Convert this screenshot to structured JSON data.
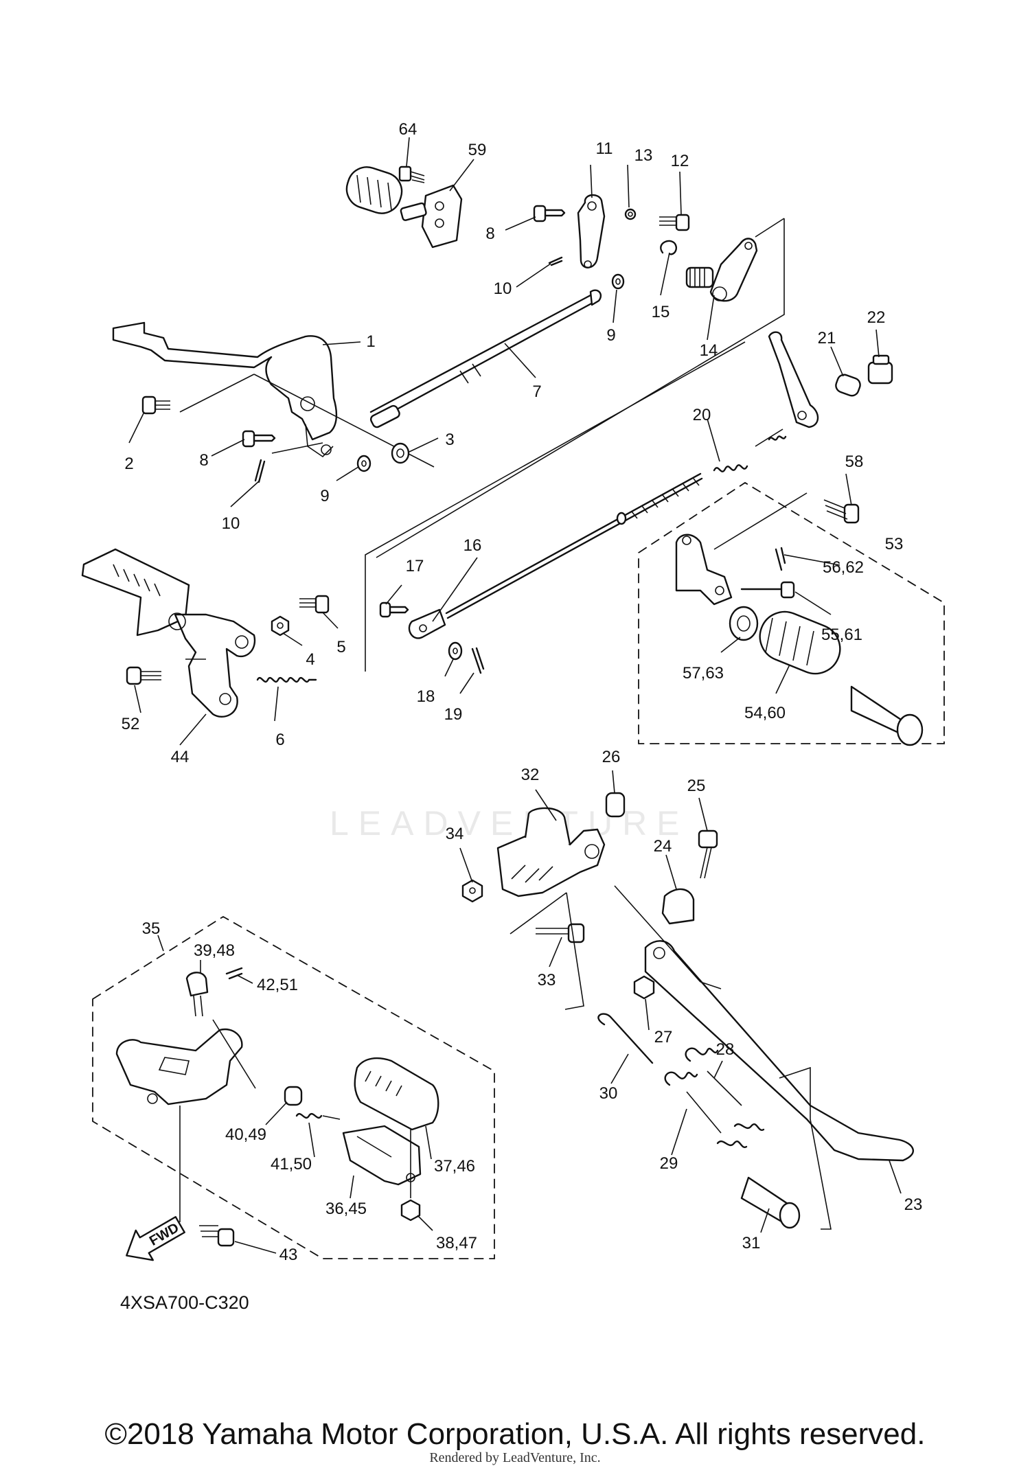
{
  "diagram_code": "4XSA700-C320",
  "copyright": "©2018 Yamaha Motor Corporation, U.S.A. All rights reserved.",
  "rendered_by": "Rendered by LeadVenture, Inc.",
  "watermark": "LEADVENTURE",
  "fwd_label": "FWD",
  "callouts": [
    "64",
    "59",
    "11",
    "13",
    "12",
    "8",
    "10",
    "15",
    "9",
    "14",
    "1",
    "7",
    "21",
    "22",
    "2",
    "8",
    "3",
    "9",
    "10",
    "20",
    "58",
    "53",
    "56,62",
    "55,61",
    "57,63",
    "54,60",
    "17",
    "16",
    "4",
    "5",
    "18",
    "19",
    "52",
    "6",
    "44",
    "26",
    "32",
    "25",
    "34",
    "24",
    "33",
    "27",
    "30",
    "28",
    "29",
    "31",
    "23",
    "35",
    "39,48",
    "42,51",
    "40,49",
    "41,50",
    "37,46",
    "36,45",
    "38,47",
    "43"
  ]
}
